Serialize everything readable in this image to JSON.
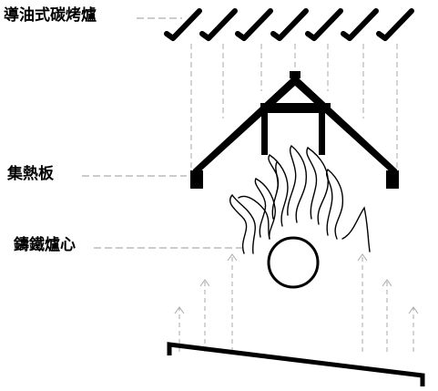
{
  "labels": {
    "heater": "導油式碳烤爐",
    "heat_plate": "集熱板",
    "cast_iron_core": "鑄鐵爐心"
  },
  "colors": {
    "ink": "#000000",
    "dashed": "#999999",
    "background": "#ffffff"
  },
  "icons": {
    "heating_element": "slash-hook-icon",
    "heat_flow": "up-arrow-icon"
  }
}
